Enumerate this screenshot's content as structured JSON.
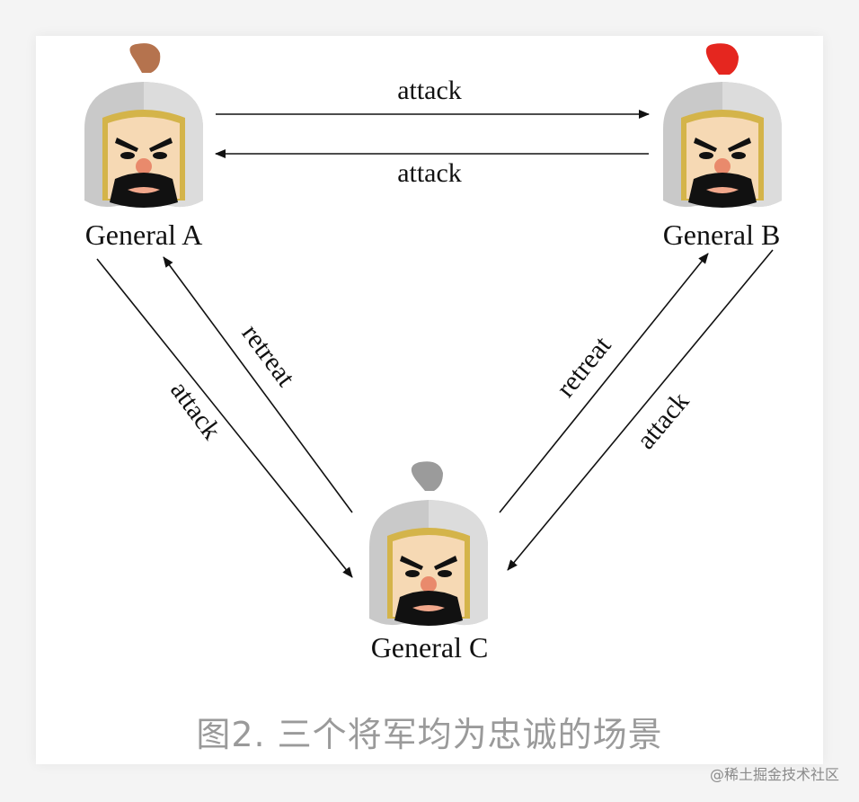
{
  "generals": {
    "a": {
      "label": "General A",
      "plume_color": "#b5734e"
    },
    "b": {
      "label": "General B",
      "plume_color": "#e5261f"
    },
    "c": {
      "label": "General C",
      "plume_color": "#9b9b9b"
    }
  },
  "messages": {
    "a_to_b": "attack",
    "b_to_a": "attack",
    "a_to_c": "attack",
    "c_to_a": "retreat",
    "c_to_b": "retreat",
    "b_to_c": "attack"
  },
  "caption": "图2. 三个将军均为忠诚的场景",
  "watermark": "@稀土掘金技术社区"
}
